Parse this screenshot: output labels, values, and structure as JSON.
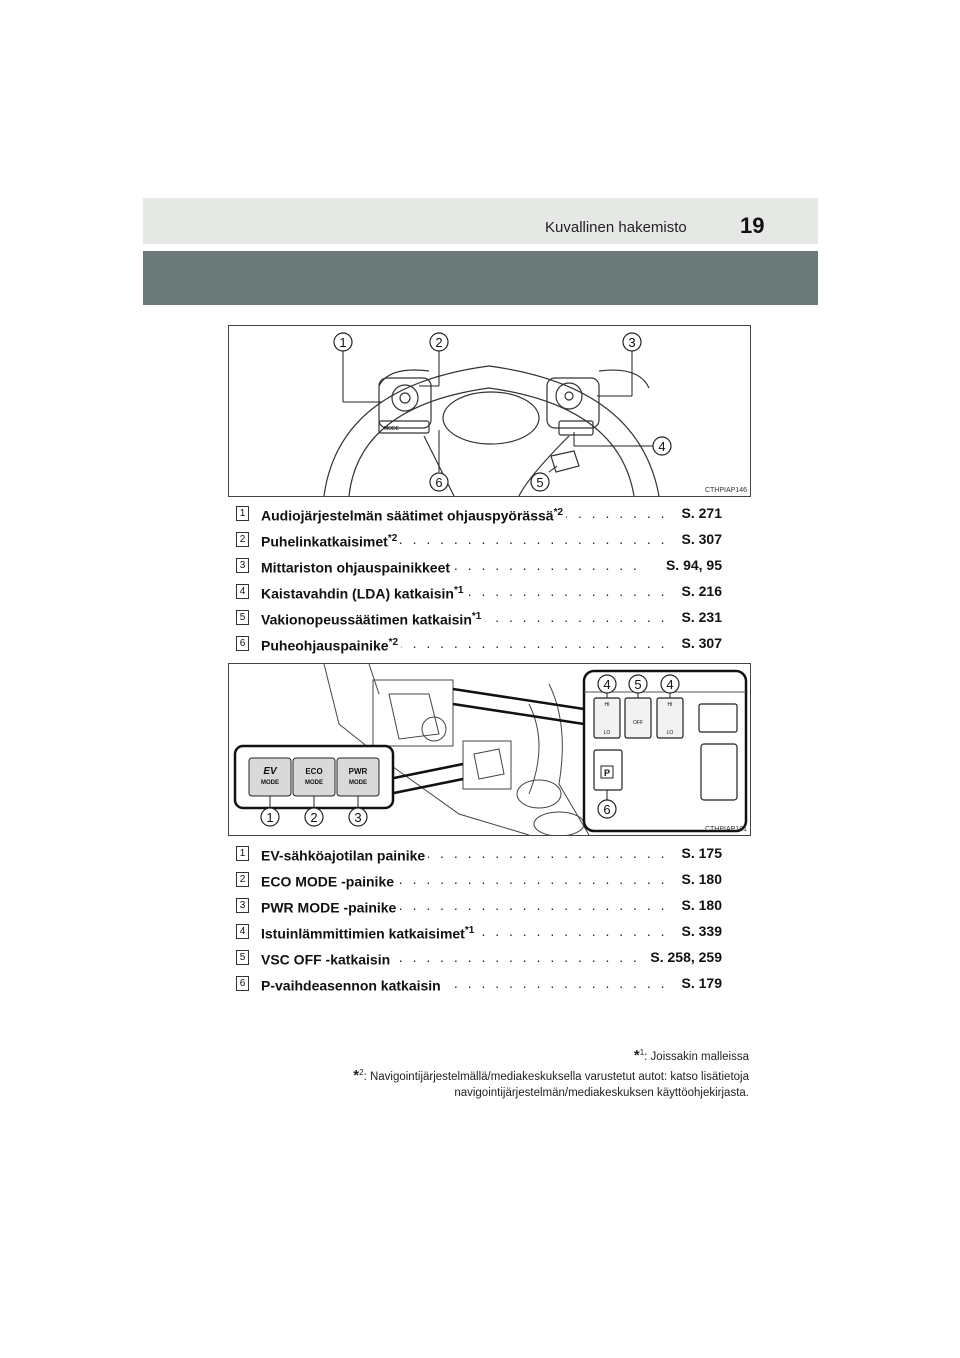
{
  "header": {
    "title": "Kuvallinen hakemisto",
    "page_number": "19"
  },
  "figure1": {
    "code": "CTHPIAP146",
    "callouts": [
      "1",
      "2",
      "3",
      "4",
      "5",
      "6"
    ],
    "button_labels": {
      "mode": "MODE"
    }
  },
  "list1": [
    {
      "num": "1",
      "label": "Audiojärjestelmän säätimet ohjauspyörässä",
      "note": "*2",
      "page": "S. 271"
    },
    {
      "num": "2",
      "label": "Puhelinkatkaisimet",
      "note": "*2",
      "page": "S. 307"
    },
    {
      "num": "3",
      "label": "Mittariston ohjauspainikkeet",
      "note": "",
      "page": "S. 94, 95"
    },
    {
      "num": "4",
      "label": "Kaistavahdin (LDA) katkaisin",
      "note": "*1",
      "page": "S. 216"
    },
    {
      "num": "5",
      "label": "Vakionopeussäätimen katkaisin",
      "note": "*1",
      "page": "S. 231"
    },
    {
      "num": "6",
      "label": "Puheohjauspainike",
      "note": "*2",
      "page": "S. 307"
    }
  ],
  "figure2": {
    "code": "CTHPIAP181",
    "callouts": [
      "4",
      "5",
      "4",
      "1",
      "2",
      "3",
      "6"
    ],
    "button_labels": {
      "ev": "EV",
      "ev_mode": "MODE",
      "eco": "ECO",
      "eco_mode": "MODE",
      "pwr": "PWR",
      "pwr_mode": "MODE",
      "off": "OFF",
      "hi": "HI",
      "lo": "LO",
      "p": "P"
    }
  },
  "list2": [
    {
      "num": "1",
      "label": "EV-sähköajotilan painike",
      "note": "",
      "page": "S. 175"
    },
    {
      "num": "2",
      "label": "ECO MODE -painike",
      "note": "",
      "page": "S. 180"
    },
    {
      "num": "3",
      "label": "PWR MODE -painike",
      "note": "",
      "page": "S. 180"
    },
    {
      "num": "4",
      "label": "Istuinlämmittimien katkaisimet",
      "note": "*1",
      "page": "S. 339"
    },
    {
      "num": "5",
      "label": "VSC OFF -katkaisin",
      "note": "",
      "page": "S. 258, 259"
    },
    {
      "num": "6",
      "label": "P-vaihdeasennon katkaisin",
      "note": "",
      "page": "S. 179"
    }
  ],
  "footnotes": {
    "note1_mark": "*",
    "note1_num": "1",
    "note1_text": ": Joissakin malleissa",
    "note2_mark": "*",
    "note2_num": "2",
    "note2_text": ": Navigointijärjestelmällä/mediakeskuksella varustetut autot: katso lisätietoja",
    "note2_text_line2": "navigointijärjestelmän/mediakeskuksen käyttöohjekirjasta."
  }
}
